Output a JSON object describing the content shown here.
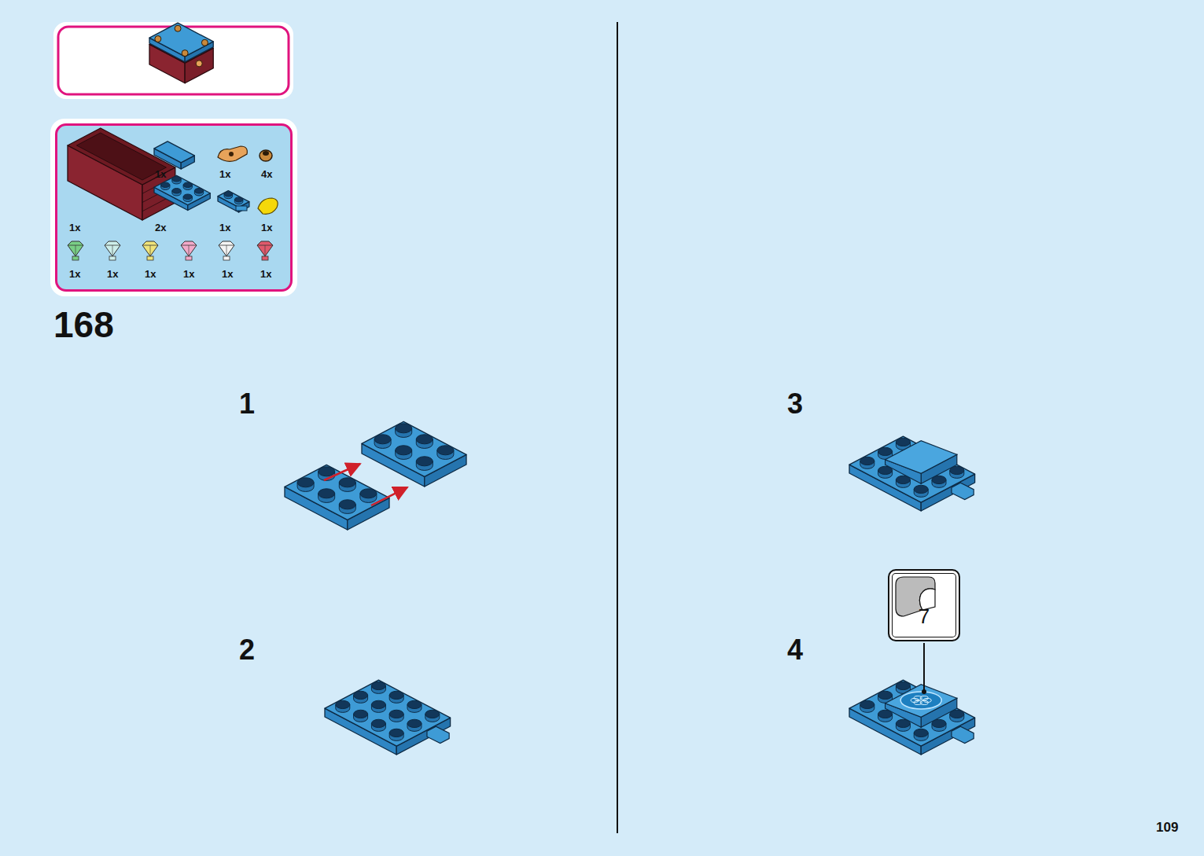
{
  "diagram": {
    "nodes": [
      {
        "text": [
          "1x",
          "1x",
          "4x",
          "1x",
          "2x",
          "1x",
          "1x",
          "1x",
          "1x",
          "1x",
          "1x",
          "1x",
          "1x"
        ]
      },
      {
        "text": [
          "7"
        ]
      }
    ],
    "labels": [
      "168",
      "1",
      "2",
      "3",
      "4",
      "109"
    ]
  }
}
